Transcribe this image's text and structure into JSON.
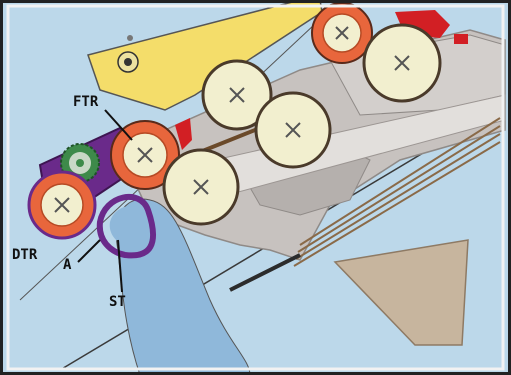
{
  "labels": {
    "ftr": "FTR",
    "dtr": "DTR",
    "a": "A",
    "st": "ST"
  },
  "colors": {
    "sky": "#bcd8ea",
    "machine_grey": "#c7c2bf",
    "dark_grey": "#9c9693",
    "yellow_cover": "#f4dd6a",
    "orange_roller": "#e8663c",
    "cream_roller": "#f2efcf",
    "red_part": "#d21f24",
    "purple_belt": "#6a2a8a",
    "green_gear": "#3e8a4a",
    "trumpet_blue": "#8fb8da",
    "tan_hopper": "#c7b59e",
    "stripe_brown": "#8a6a48",
    "frame_border": "#222222"
  },
  "icons": [
    "roller-icon",
    "gear-icon",
    "cross-icon"
  ]
}
